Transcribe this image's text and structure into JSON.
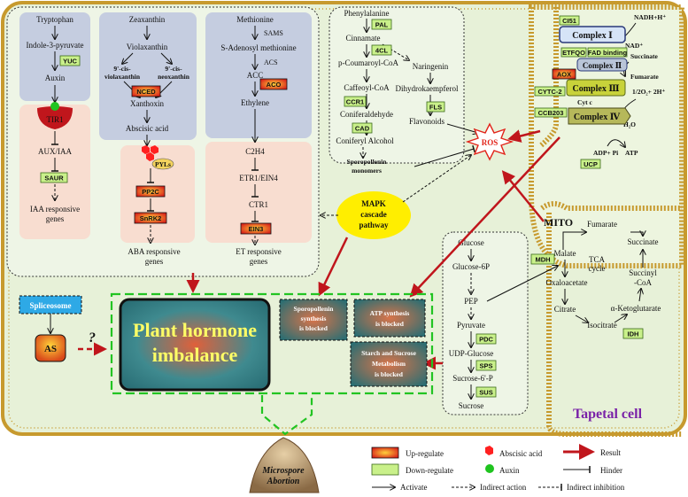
{
  "pathways": {
    "auxin": {
      "tryptophan": "Tryptophan",
      "ipa": "Indole-3-pyruvate",
      "yuc": "YUC",
      "auxin": "Auxin",
      "tir1": "TIR1",
      "aux_iaa": "AUX/IAA",
      "saur": "SAUR",
      "iaa_genes_1": "IAA responsive",
      "iaa_genes_2": "genes"
    },
    "aba": {
      "zeaxanthin": "Zeaxanthin",
      "violaxanthin": "Violaxanthin",
      "cis_viola_1": "9'-cis-",
      "cis_viola_2": "violaxanthin",
      "cis_neo_1": "9'-cis-",
      "cis_neo_2": "neoxanthin",
      "nced": "NCED",
      "xanthoxin": "Xanthoxin",
      "abscisic_acid": "Abscisic acid",
      "pyls": "PYLs",
      "pp2c": "PP2C",
      "snrk2": "SnRK2",
      "aba_genes_1": "ABA responsive",
      "aba_genes_2": "genes"
    },
    "ethylene": {
      "methionine": "Methionine",
      "sams": "SAMS",
      "sam": "S-Adenosyl methionine",
      "acs": "ACS",
      "acc": "ACC",
      "aco": "ACO",
      "ethylene": "Ethylene",
      "c2h4": "C2H4",
      "etr1": "ETR1/EIN4",
      "ctr1": "CTR1",
      "ein3": "EIN3",
      "et_genes_1": "ET responsive",
      "et_genes_2": "genes"
    },
    "phenyl": {
      "phenylalanine": "Phenylalanine",
      "pal": "PAL",
      "cinnamate": "Cinnamate",
      "c4l": "4CL",
      "pcoum": "p-Coumaroyl-CoA",
      "naringenin": "Naringenin",
      "caffeoyl": "Caffeoyl-CoA",
      "ccr1": "CCR1",
      "dihydro": "Dihydrokaempferol",
      "conifer": "Coniferaldehyde",
      "fls": "FLS",
      "cad": "CAD",
      "flavonoids": "Flavonoids",
      "coniferyl": "Coniferyl Alcohol",
      "sporo_1": "Sporopollenin",
      "sporo_2": "monomers"
    },
    "mapk": {
      "line1": "MAPK",
      "line2": "cascade",
      "line3": "pathway"
    },
    "ros": "ROS",
    "glycolysis": {
      "glucose": "Glucose",
      "glucose6p": "Glucose-6P",
      "pep": "PEP",
      "pyruvate": "Pyruvate",
      "pdc": "PDC",
      "udp": "UDP-Glucose",
      "sps": "SPS",
      "sucrose6p": "Sucrose-6'-P",
      "sus": "SUS",
      "sucrose": "Sucrose"
    },
    "tca": {
      "fumarate": "Fumarate",
      "malate": "Malate",
      "mdh": "MDH",
      "tca_1": "TCA",
      "tca_2": "cycle",
      "succinate": "Succinate",
      "succinyl_1": "Succinyl",
      "succinyl_2": "-CoA",
      "oxaloacetate": "Oxaloacetate",
      "citrate": "Citrate",
      "akg": "α-Ketoglutarate",
      "isocitrate": "Isocitrate",
      "idh": "IDH"
    },
    "mito": {
      "label": "MITO",
      "nadh": "NADH+H⁺",
      "nad": "NAD⁺",
      "succinate": "Succinate",
      "fumarate": "Fumarate",
      "o2": "1/2O₂+ 2H⁺",
      "h2o": "H₂O",
      "adp": "ADP+ Pi",
      "atp": "ATP",
      "cyt_c": "Cyt c",
      "complex1": "Complex Ⅰ",
      "complex2": "Complex Ⅱ",
      "complex3": "Complex Ⅲ",
      "complex4": "Complex Ⅳ",
      "ci51": "CI51",
      "etfqo": "ETFQO",
      "fad": "FAD binding",
      "aox": "AOX",
      "cytc2": "CYTC-2",
      "ccb203": "CCB203",
      "ucp": "UCP"
    }
  },
  "blocked": {
    "sporo_1": "Sporopollenin",
    "sporo_2": "synthesis",
    "sporo_3": "is blocked",
    "atp_1": "ATP synthesis",
    "atp_2": "is blocked",
    "starch_1": "Starch and Sucrose",
    "starch_2": "Metabolism",
    "starch_3": "is blocked"
  },
  "center": {
    "line1": "Plant hormone",
    "line2": "imbalance"
  },
  "splice": {
    "spliceosome": "Spliceosome",
    "as": "AS",
    "q": "?"
  },
  "tapetal": "Tapetal cell",
  "microspore_1": "Microspore",
  "microspore_2": "Abortion",
  "legend": {
    "up": "Up-regulate",
    "down": "Down-regulate",
    "aba": "Abscisic acid",
    "auxin": "Auxin",
    "result": "Result",
    "hinder": "Hinder",
    "activate": "Activate",
    "indirect": "Indirect action",
    "inhibition": "Indirect inhibition"
  },
  "colors": {
    "cell": "#e7f1d8",
    "membrane": "#c79a2e",
    "upreg": "#d9221a",
    "downreg": "#c9f08a",
    "grey_box": "#c5cde0",
    "pink_box": "#f8ddd0",
    "result": "#c0161c",
    "center_fill": "#3a8a8a",
    "center_text": "#ffff66",
    "splice": "#2ea9e6",
    "mapk": "#ffee00"
  }
}
